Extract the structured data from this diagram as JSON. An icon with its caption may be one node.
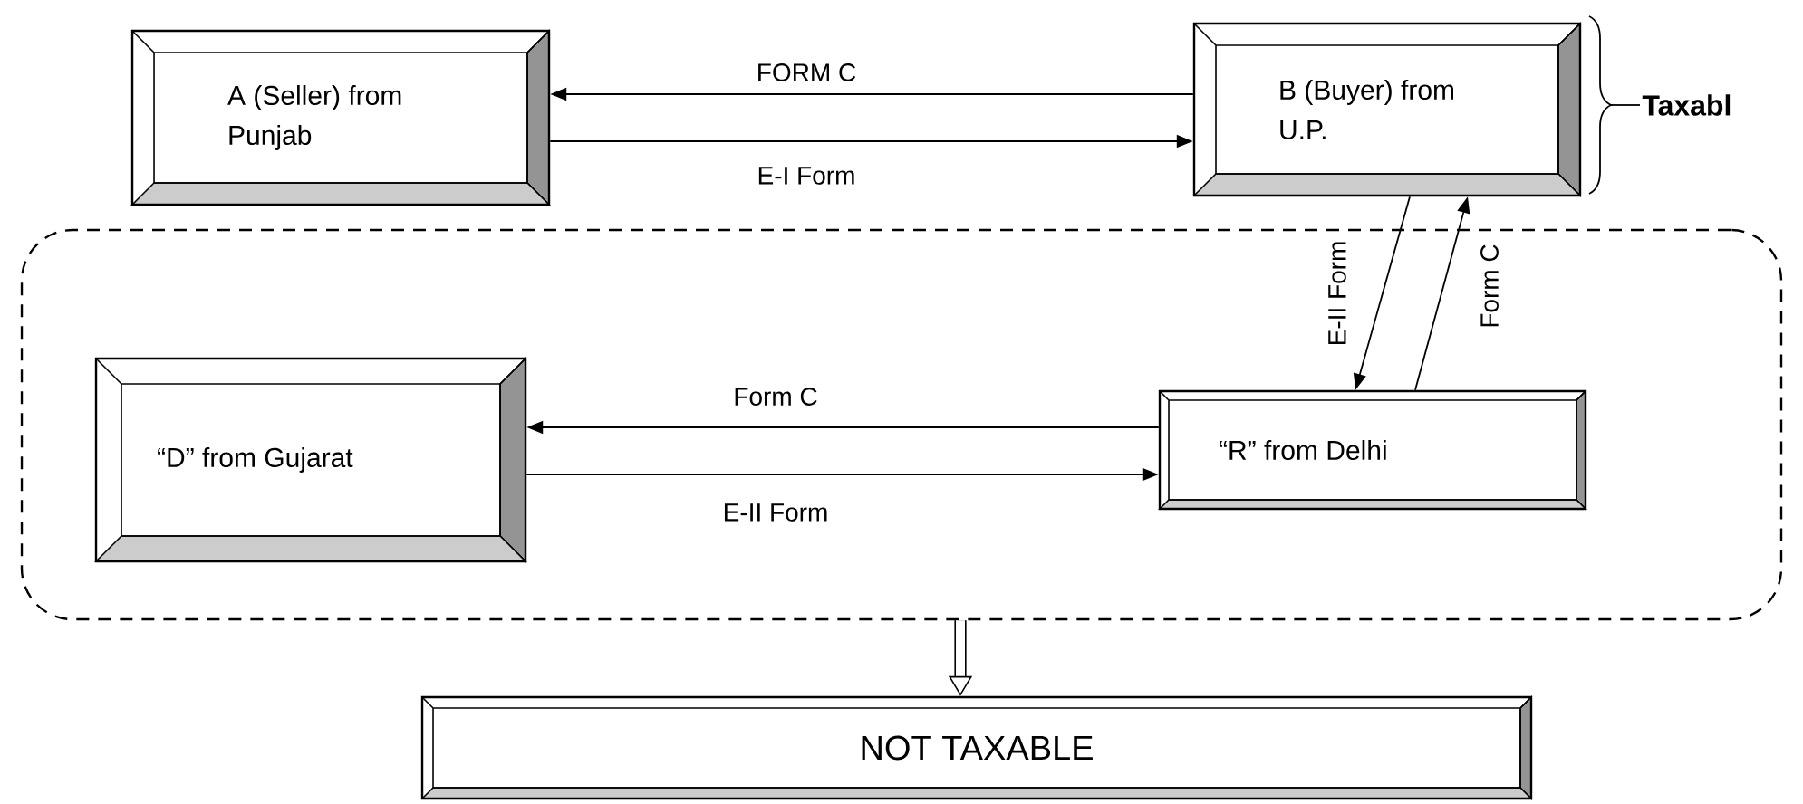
{
  "diagram": {
    "nodes": [
      {
        "text": [
          "A (Seller) from Punjab"
        ]
      },
      {
        "text": [
          "B (Buyer) from U.P."
        ]
      },
      {
        "text": [],
        "shape": "box"
      },
      {
        "text": [
          "“D” from Gujarat"
        ],
        "in": 2
      },
      {
        "text": [
          "“R” from Delhi"
        ],
        "in": 2
      },
      {
        "text": [
          "NOT TAXABLE"
        ]
      }
    ],
    "edges": [
      {
        "from": 1,
        "to": 0,
        "arrow": "to",
        "label": "FORM C"
      },
      {
        "from": 0,
        "to": 1,
        "arrow": "to",
        "label": "E-I Form"
      },
      {
        "from": 1,
        "to": 4,
        "arrow": "to",
        "label": "E-II Form"
      },
      {
        "from": 4,
        "to": 1,
        "arrow": "to",
        "label": "Form C"
      },
      {
        "from": 4,
        "to": 3,
        "arrow": "to",
        "label": "Form C"
      },
      {
        "from": 3,
        "to": 4,
        "arrow": "to",
        "label": "E-II Form"
      },
      {
        "from": 2,
        "to": 5,
        "arrow": "to",
        "style": "thick"
      }
    ],
    "labels": [
      "Taxabl"
    ]
  }
}
